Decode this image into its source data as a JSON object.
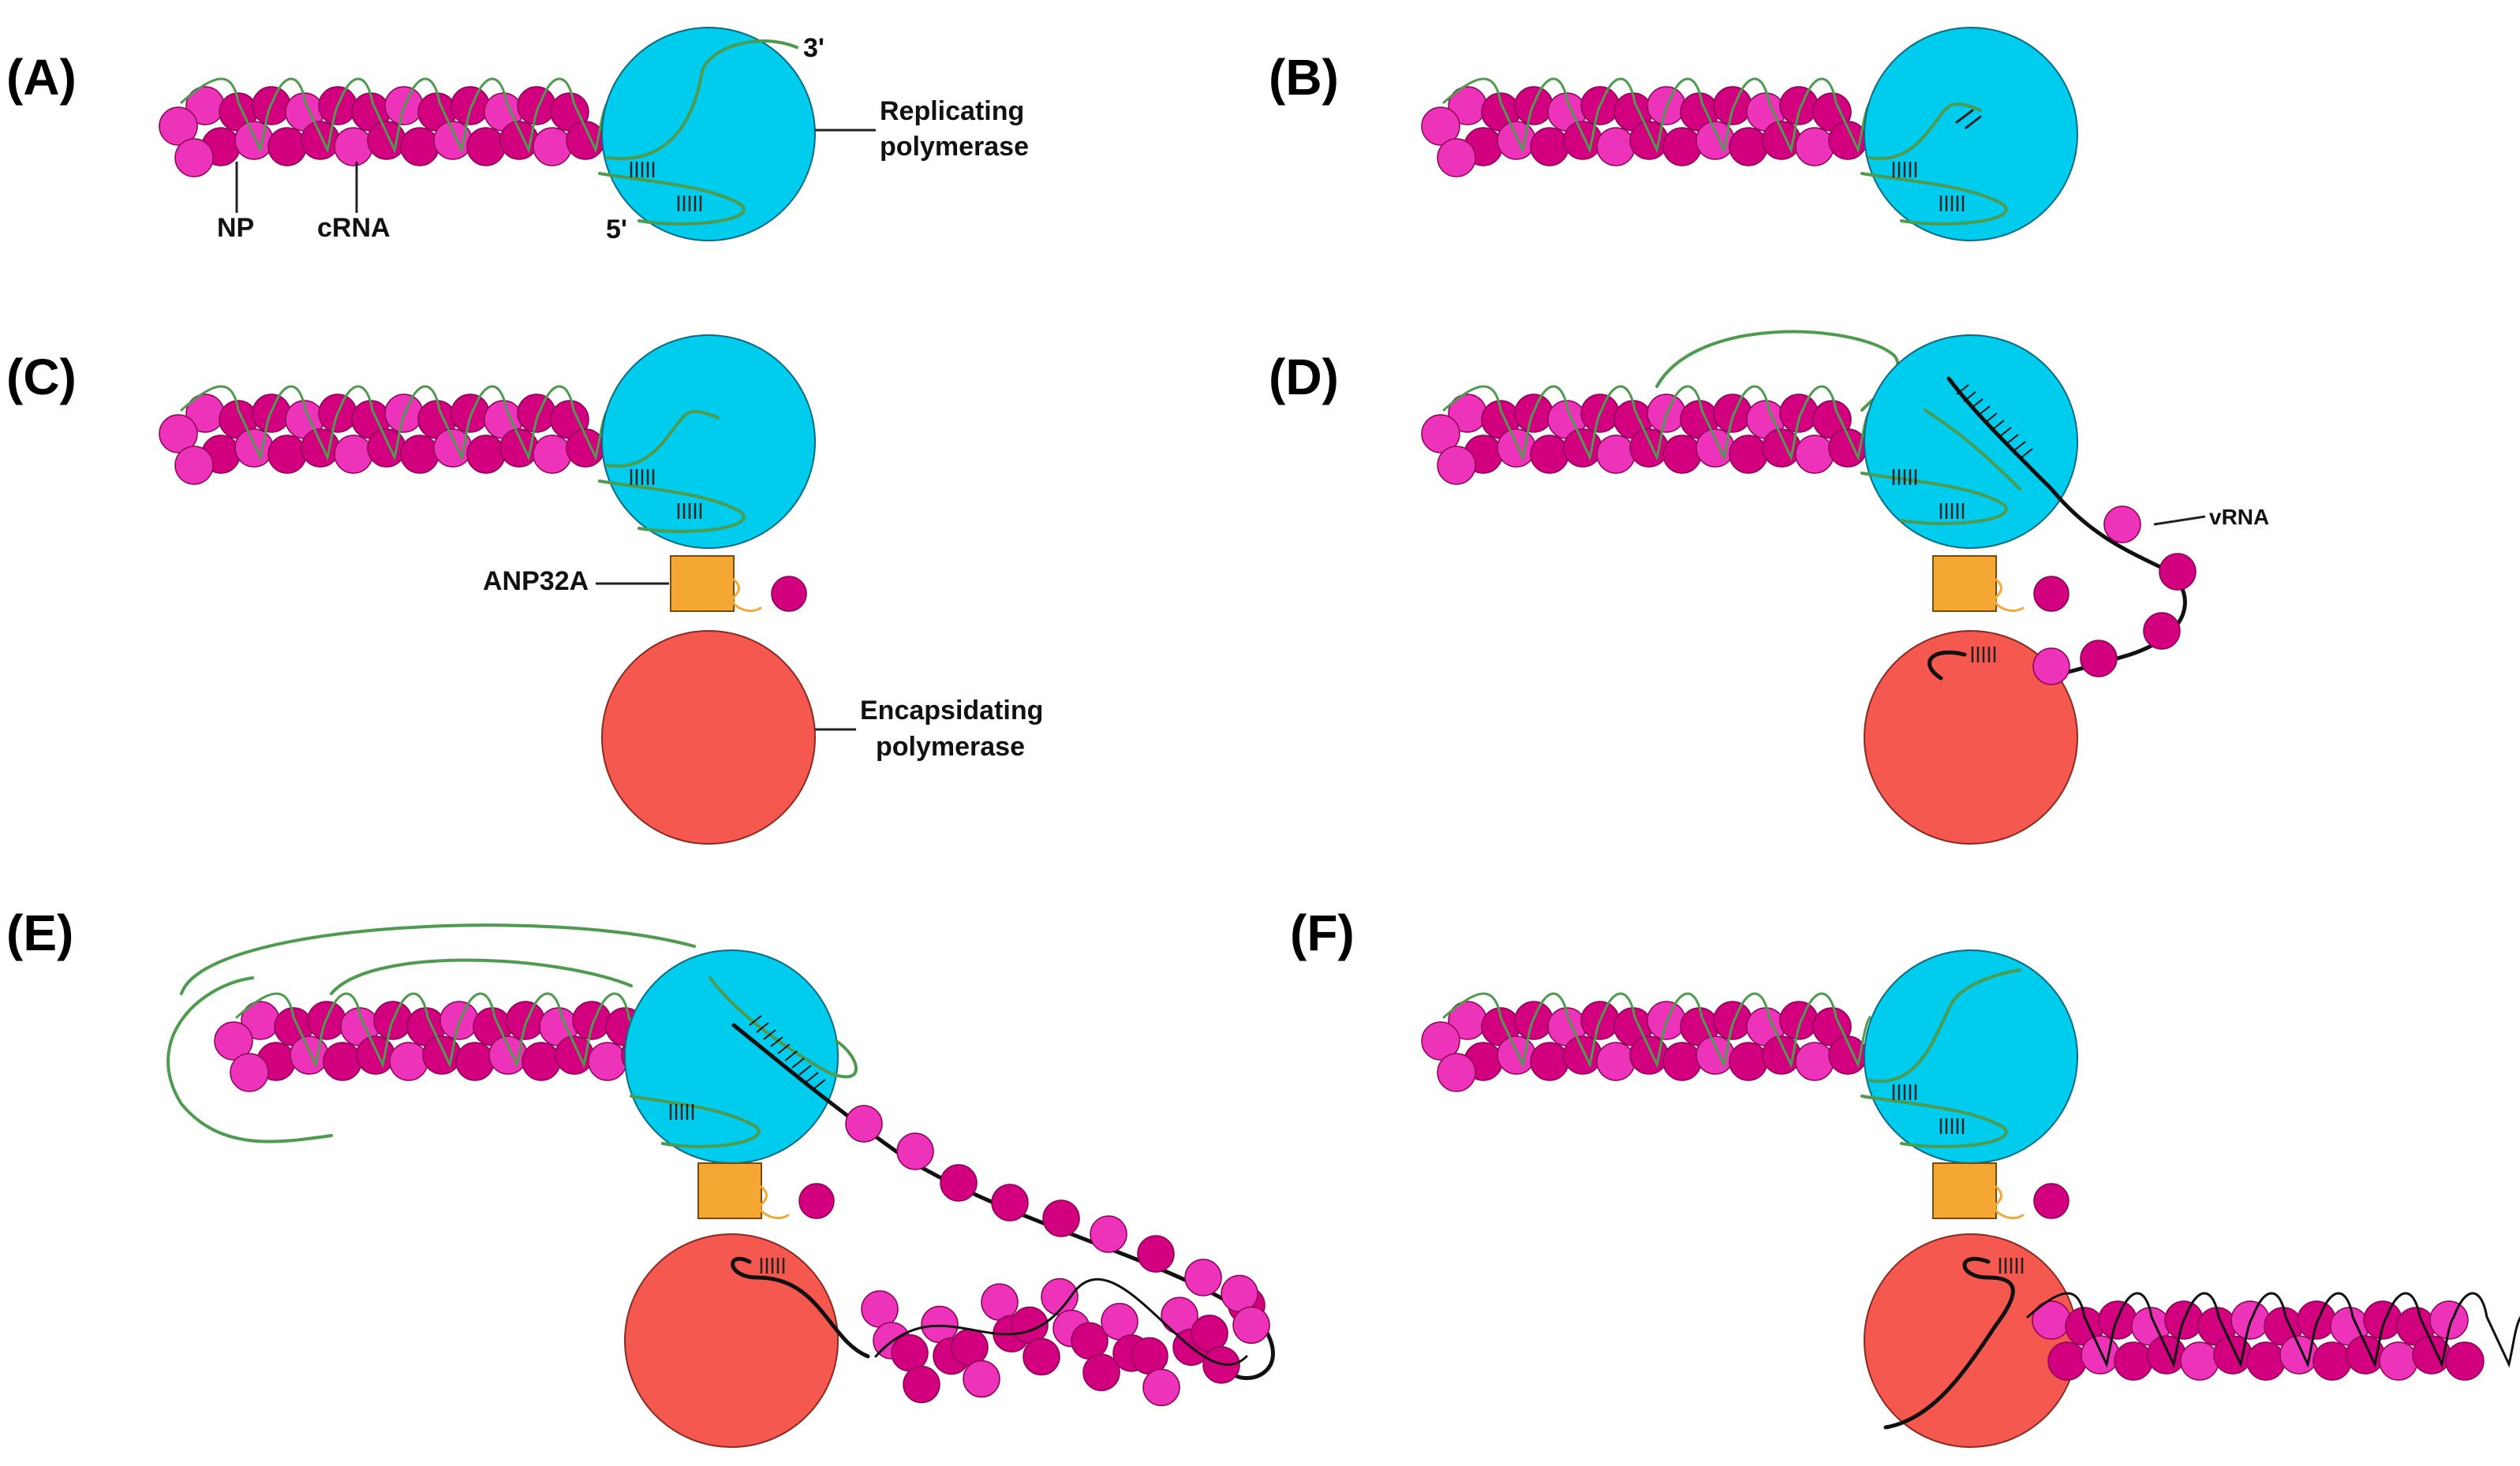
{
  "panels": [
    {
      "id": "A",
      "label": "(A)"
    },
    {
      "id": "B",
      "label": "(B)"
    },
    {
      "id": "C",
      "label": "(C)"
    },
    {
      "id": "D",
      "label": "(D)"
    },
    {
      "id": "E",
      "label": "(E)"
    },
    {
      "id": "F",
      "label": "(F)"
    }
  ],
  "labels": {
    "np": "NP",
    "crna": "cRNA",
    "three_prime": "3'",
    "five_prime": "5'",
    "replicating_line1": "Replicating",
    "replicating_line2": "polymerase",
    "anp32a": "ANP32A",
    "encapsidating_line1": "Encapsidating",
    "encapsidating_line2": "polymerase",
    "vrna": "vRNA"
  },
  "colors": {
    "replicating_polymerase": "#00CCEE",
    "encapsidating_polymerase": "#F4584E",
    "anp32a": "#F5A733",
    "np_dark": "#D2007F",
    "np_light": "#EE33BB",
    "crna": "#4E9A4E",
    "vrna": "#111111"
  }
}
